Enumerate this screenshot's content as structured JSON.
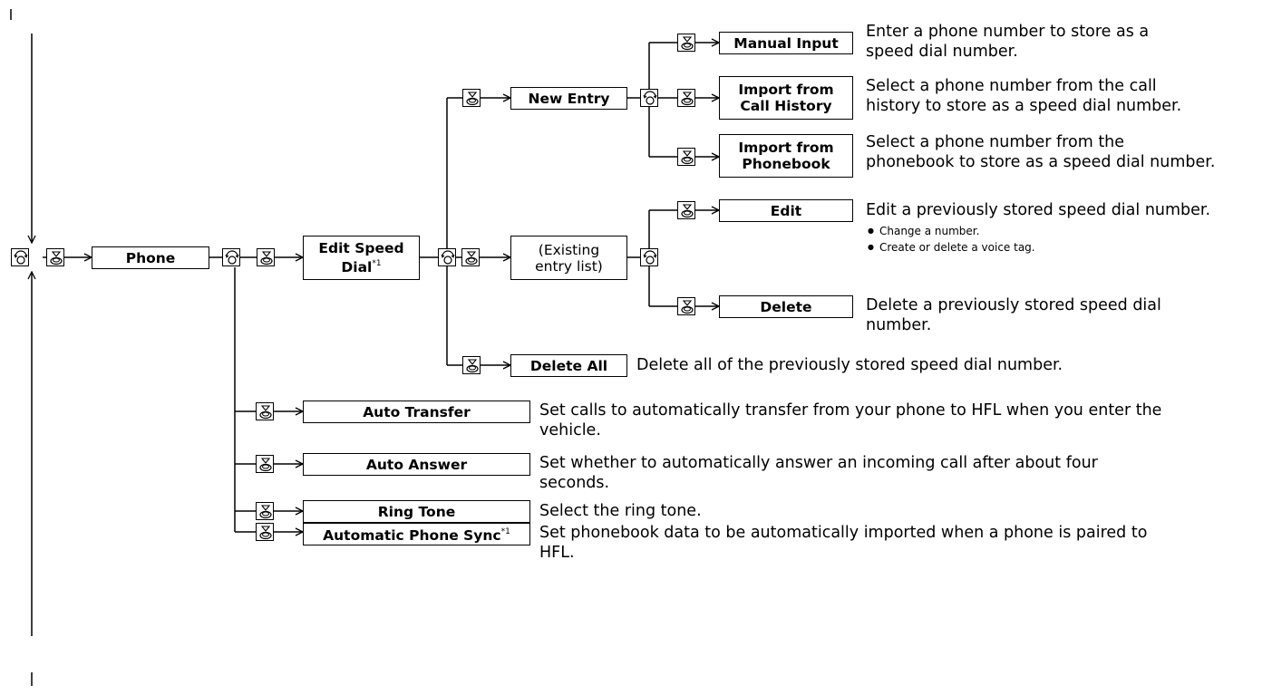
{
  "nodes": {
    "phone": "Phone",
    "edit_speed_dial_line1": "Edit Speed",
    "edit_speed_dial_line2": "Dial",
    "edit_speed_dial_note": "*1",
    "new_entry": "New Entry",
    "existing_line1": "(Existing",
    "existing_line2": "entry list)",
    "delete_all": "Delete All",
    "manual_input": "Manual Input",
    "import_call_line1": "Import from",
    "import_call_line2": "Call History",
    "import_phonebook_line1": "Import from",
    "import_phonebook_line2": "Phonebook",
    "edit": "Edit",
    "delete": "Delete",
    "auto_transfer": "Auto Transfer",
    "auto_answer": "Auto Answer",
    "ring_tone": "Ring Tone",
    "automatic_phone_sync": "Automatic Phone Sync",
    "automatic_phone_sync_note": "*1"
  },
  "descriptions": {
    "manual_input_1": "Enter a phone number to store as a",
    "manual_input_2": "speed dial number.",
    "import_call_1": "Select a phone number from the call",
    "import_call_2": "history to store as a speed dial number.",
    "import_phonebook_1": "Select a phone number from the",
    "import_phonebook_2": "phonebook to store as a speed dial number.",
    "edit": "Edit a previously stored speed dial number.",
    "edit_bullets": [
      "Change a number.",
      "Create or delete a voice tag."
    ],
    "delete_1": "Delete a previously stored speed dial",
    "delete_2": "number.",
    "delete_all": "Delete all of the previously stored speed dial number.",
    "auto_transfer_1": "Set calls to automatically transfer from your phone to HFL when you enter the",
    "auto_transfer_2": "vehicle.",
    "auto_answer_1": "Set whether to automatically answer an incoming call after about four",
    "auto_answer_2": "seconds.",
    "ring_tone": "Select the ring tone.",
    "automatic_phone_sync_1": "Set phonebook data to be automatically imported when a phone is paired to",
    "automatic_phone_sync_2": "HFL."
  },
  "icons": {
    "rotate": "interface-dial-rotate-icon",
    "press": "interface-dial-press-icon"
  }
}
